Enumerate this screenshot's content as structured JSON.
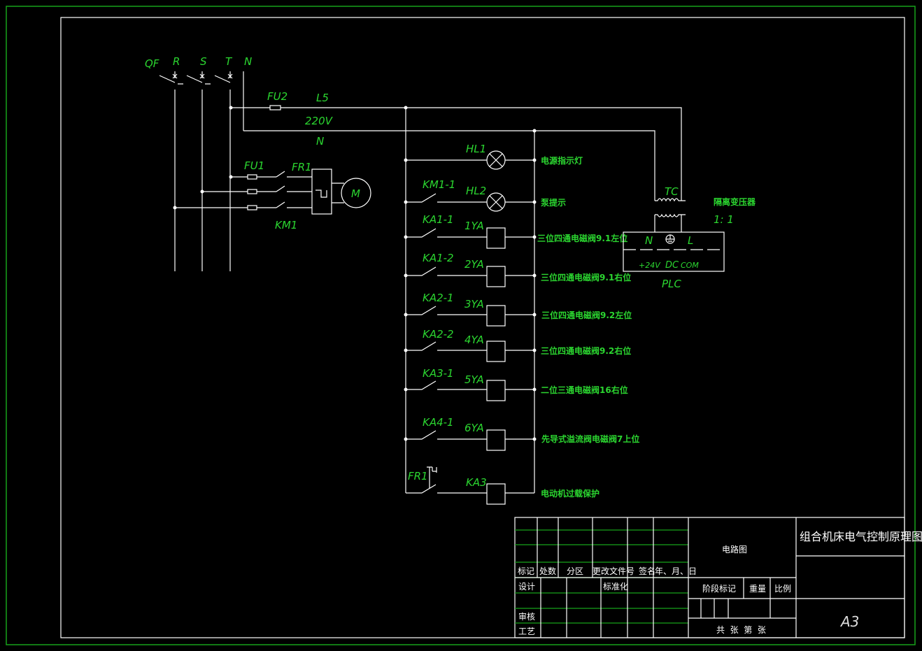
{
  "main_circuit": {
    "breaker": "QF",
    "phases": [
      "R",
      "S",
      "T",
      "N"
    ],
    "fuse_main": "FU1",
    "thermal_relay": "FR1",
    "contactor": "KM1",
    "motor": "M"
  },
  "control_circuit": {
    "fuse": "FU2",
    "line": "L5",
    "voltage": "220V",
    "neutral": "N",
    "branches": [
      {
        "contact": "",
        "load": "HL1",
        "desc": "电源指示灯"
      },
      {
        "contact": "KM1-1",
        "load": "HL2",
        "desc": "泵提示"
      },
      {
        "contact": "KA1-1",
        "load": "1YA",
        "desc": "三位四通电磁阀9.1左位"
      },
      {
        "contact": "KA1-2",
        "load": "2YA",
        "desc": "三位四通电磁阀9.1右位"
      },
      {
        "contact": "KA2-1",
        "load": "3YA",
        "desc": "三位四通电磁阀9.2左位"
      },
      {
        "contact": "KA2-2",
        "load": "4YA",
        "desc": "三位四通电磁阀9.2右位"
      },
      {
        "contact": "KA3-1",
        "load": "5YA",
        "desc": "二位三通电磁阀16右位"
      },
      {
        "contact": "KA4-1",
        "load": "6YA",
        "desc": "先导式溢流阀电磁阀7上位"
      },
      {
        "contact": "FR1",
        "load": "KA3",
        "desc": "电动机过载保护"
      }
    ]
  },
  "plc_section": {
    "transformer": "TC",
    "transformer_name": "隔离变压器",
    "ratio": "1: 1",
    "plc_name": "PLC",
    "top_terminals": [
      "N",
      "L"
    ],
    "bottom_terminals": [
      "+24V",
      "DC",
      "COM"
    ]
  },
  "title_block": {
    "drawing_title": "组合机床电气控制原理图",
    "drawing_name": "电路图",
    "size": "A3",
    "header_labels": [
      "标记",
      "处数",
      "分区",
      "更改文件号",
      "签名",
      "年、月、日"
    ],
    "design": "设计",
    "standard": "标准化",
    "review": "审核",
    "process": "工艺",
    "stage_mark": "阶段标记",
    "weight": "重量",
    "scale": "比例",
    "sheets": "共  张  第  张"
  }
}
